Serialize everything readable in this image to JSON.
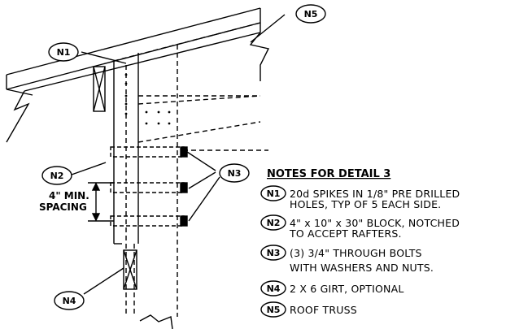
{
  "callouts": {
    "n1": "N1",
    "n2": "N2",
    "n3": "N3",
    "n4": "N4",
    "n5": "N5"
  },
  "spacing_label": {
    "line1": "4\" MIN.",
    "line2": "SPACING"
  },
  "notes": {
    "heading": "NOTES FOR DETAIL 3",
    "items": [
      {
        "tag": "N1",
        "lines": [
          "20d SPIKES IN 1/8\" PRE DRILLED",
          "HOLES, TYP OF 5 EACH SIDE."
        ]
      },
      {
        "tag": "N2",
        "lines": [
          "4\" x 10\" x 30\" BLOCK, NOTCHED",
          "TO ACCEPT RAFTERS."
        ]
      },
      {
        "tag": "N3",
        "lines": [
          "(3) 3/4\" THROUGH BOLTS",
          "WITH WASHERS AND NUTS."
        ]
      },
      {
        "tag": "N4",
        "lines": [
          "2 X 6 GIRT, OPTIONAL"
        ]
      },
      {
        "tag": "N5",
        "lines": [
          "ROOF TRUSS"
        ]
      }
    ]
  }
}
